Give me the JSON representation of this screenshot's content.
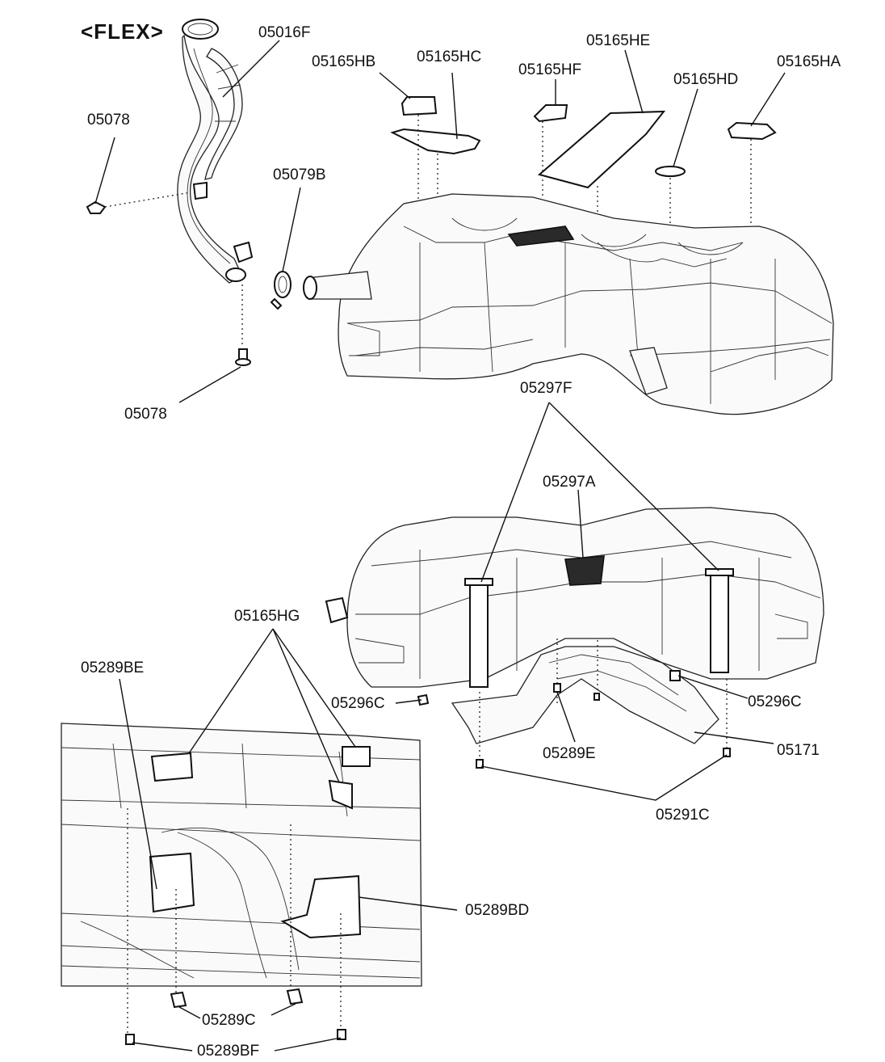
{
  "title": "<FLEX>",
  "labels": {
    "l_05016F": "05016F",
    "l_05078_top": "05078",
    "l_05079B": "05079B",
    "l_05078_bot": "05078",
    "l_05165HB": "05165HB",
    "l_05165HC": "05165HC",
    "l_05165HF": "05165HF",
    "l_05165HE": "05165HE",
    "l_05165HD": "05165HD",
    "l_05165HA": "05165HA",
    "l_05297F": "05297F",
    "l_05297A": "05297A",
    "l_05165HG": "05165HG",
    "l_05289BE": "05289BE",
    "l_05296C_left": "05296C",
    "l_05296C_right": "05296C",
    "l_05289E": "05289E",
    "l_05171": "05171",
    "l_05291C": "05291C",
    "l_05289BD": "05289BD",
    "l_05289C": "05289C",
    "l_05289BF": "05289BF"
  }
}
